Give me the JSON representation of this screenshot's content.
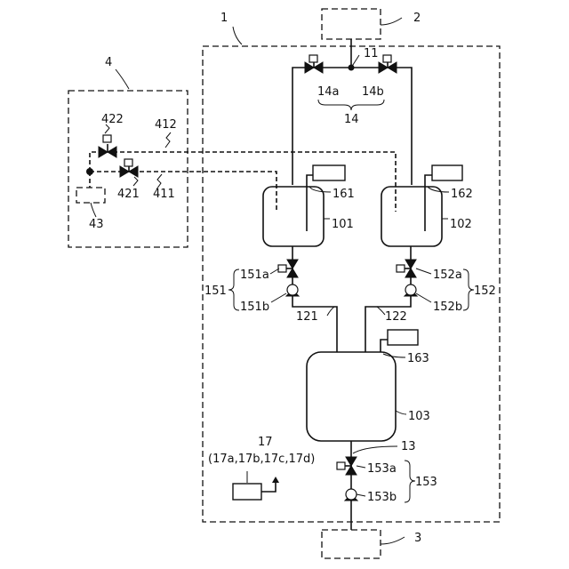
{
  "labels": {
    "system": "1",
    "supply_source": "2",
    "outlet_unit": "3",
    "external_unit": "4",
    "junction": "11",
    "outlet_pipe": "13",
    "valve_group": "14",
    "valve_a": "14a",
    "valve_b": "14b",
    "tank_1": "101",
    "tank_2": "102",
    "tank_3": "103",
    "pipe_121": "121",
    "pipe_122": "122",
    "pump_unit_1": "151",
    "valve_151a": "151a",
    "pump_151b": "151b",
    "pump_unit_2": "152",
    "valve_152a": "152a",
    "pump_152b": "152b",
    "pump_unit_3": "153",
    "valve_153a": "153a",
    "pump_153b": "153b",
    "sensor_161": "161",
    "sensor_162": "162",
    "sensor_163": "163",
    "controller": "17",
    "controller_sub": "(17a,17b,17c,17d)",
    "line_411": "411",
    "line_412": "412",
    "valve_421": "421",
    "valve_422": "422",
    "unit_43": "43"
  }
}
